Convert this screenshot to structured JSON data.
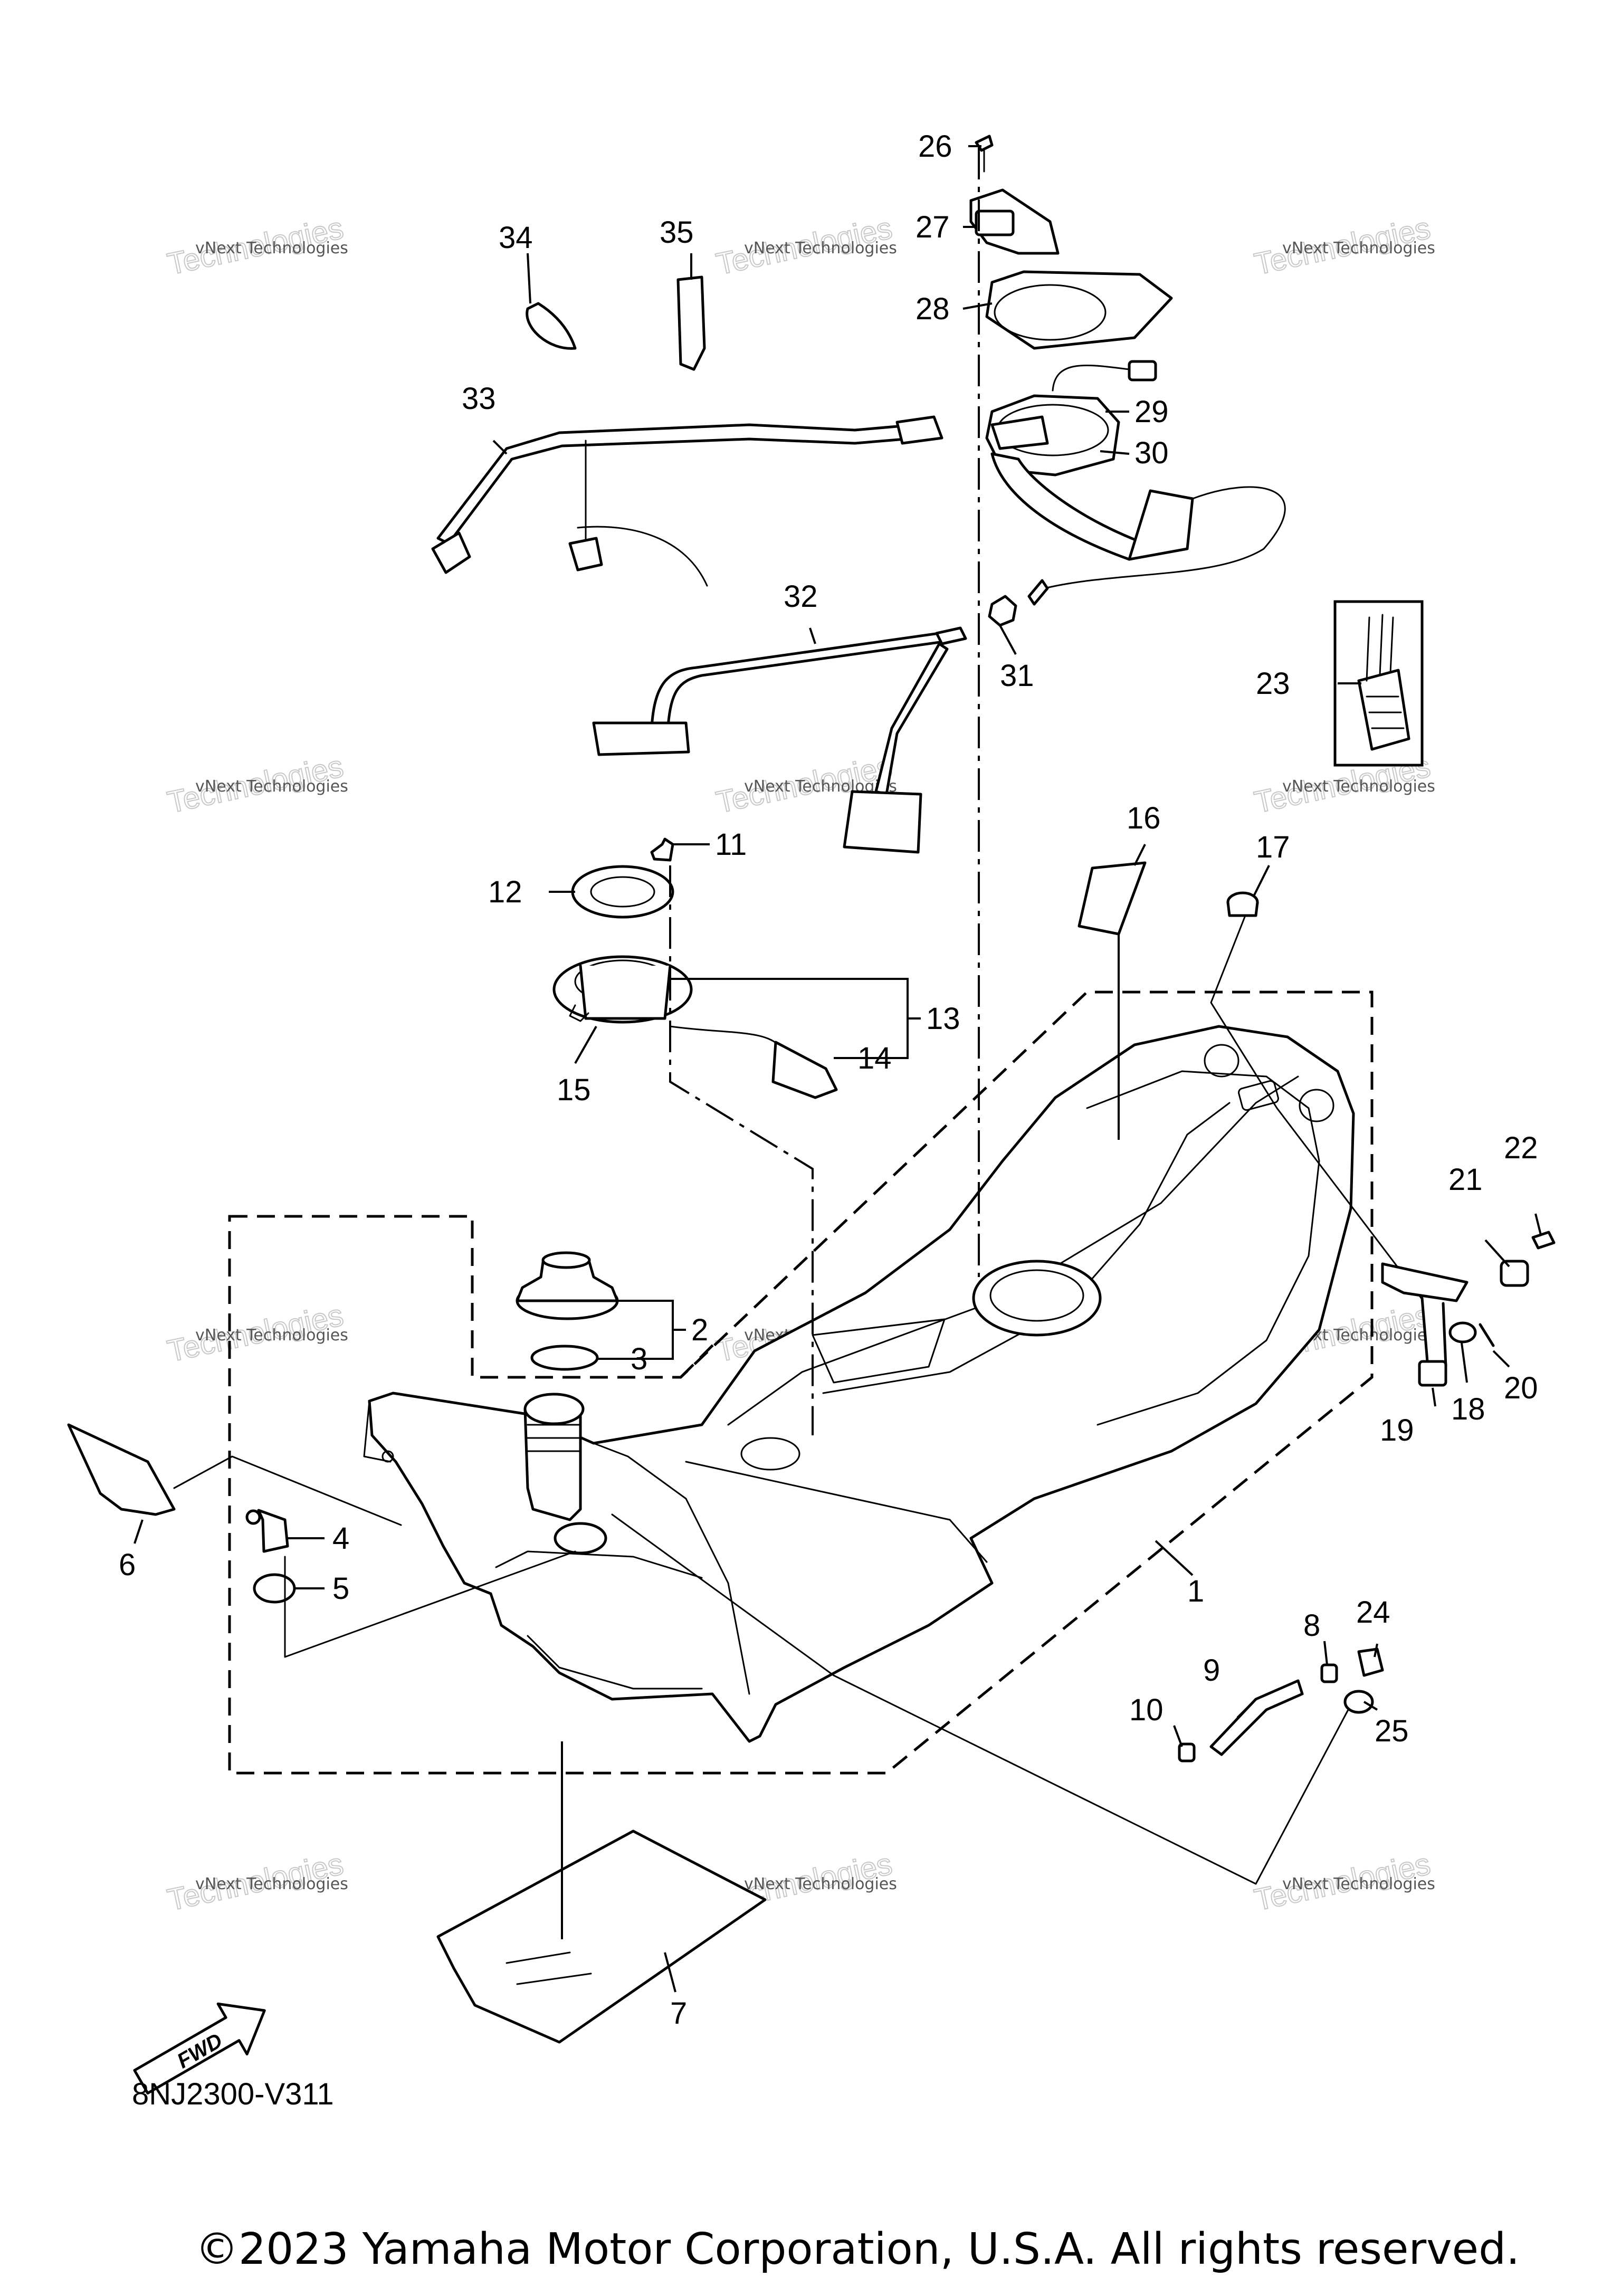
{
  "diagram_code": "8NJ2300-V311",
  "copyright": "©2023 Yamaha Motor Corporation, U.S.A. All rights reserved.",
  "direction_badge": "FWD",
  "watermark": {
    "line": "vNext Technologies",
    "big": "Technologies"
  },
  "callouts": [
    "1",
    "2",
    "3",
    "4",
    "5",
    "6",
    "7",
    "8",
    "9",
    "10",
    "11",
    "12",
    "13",
    "14",
    "15",
    "16",
    "17",
    "18",
    "19",
    "20",
    "21",
    "22",
    "23",
    "24",
    "25",
    "26",
    "27",
    "28",
    "29",
    "30",
    "31",
    "32",
    "33",
    "34",
    "35"
  ]
}
